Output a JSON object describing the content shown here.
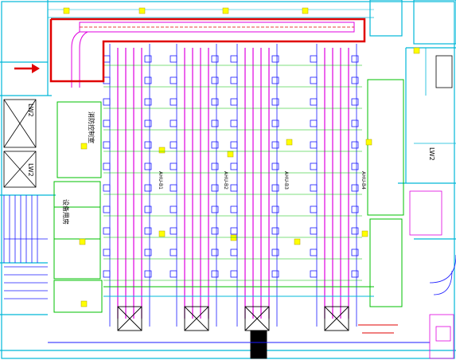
{
  "drawing": {
    "colors": {
      "background": "#ffffff",
      "wall_cyan": "#00b8d8",
      "duct_blue": "#1a1aff",
      "pipe_magenta": "#e000e0",
      "equip_green": "#00c000",
      "highlight_red": "#e00000",
      "fixture_yellow": "#ffff00",
      "outline_black": "#000000"
    },
    "labels": {
      "room_left_top": "消防控制室",
      "room_left_mid": "设备用房",
      "elevator_a": "LW2",
      "elevator_b": "LW2",
      "zone_label_1": "AHU-B1",
      "zone_label_2": "AHU-B2",
      "zone_label_3": "AHU-B3",
      "zone_label_4": "AHU-B4",
      "stair_right": "LW2"
    },
    "highlight": {
      "shape": "red-callout-polyline",
      "arrow": "red-arrow-left"
    }
  }
}
